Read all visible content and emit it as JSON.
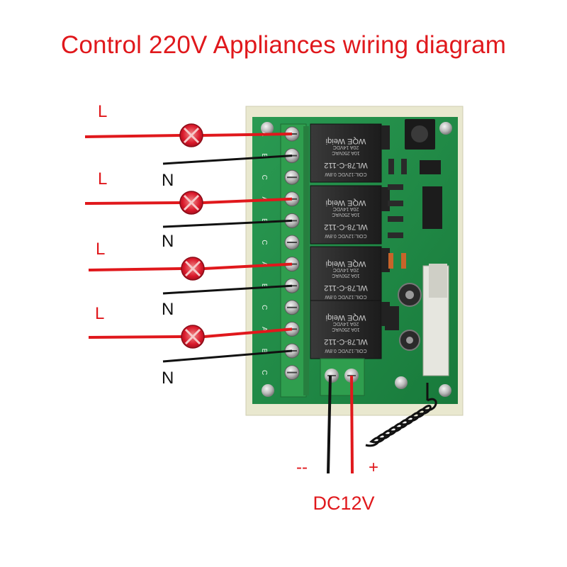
{
  "title": "Control 220V Appliances wiring diagram",
  "channels": [
    {
      "live_label": "L",
      "neutral_label": "N"
    },
    {
      "live_label": "L",
      "neutral_label": "N"
    },
    {
      "live_label": "L",
      "neutral_label": "N"
    },
    {
      "live_label": "L",
      "neutral_label": "N"
    }
  ],
  "terminal_labels": [
    "A",
    "B",
    "C"
  ],
  "relay_marking": {
    "brand": "WQE Weiqi",
    "model": "WL78-C-112",
    "coil": "COIL:12VDC  0.8W",
    "rating_1": "10A 250VAC",
    "rating_2": "20A 14VDC"
  },
  "power": {
    "negative_label": "--",
    "positive_label": "+",
    "voltage_label": "DC12V"
  },
  "colors": {
    "live_wire": "#e0181c",
    "neutral_wire": "#111111",
    "lamp": "#d9182a",
    "board": "#1f8a45",
    "board_base": "#e9e8cf",
    "terminal_block": "#2f9e4e",
    "relay": "#2b2b2b"
  }
}
